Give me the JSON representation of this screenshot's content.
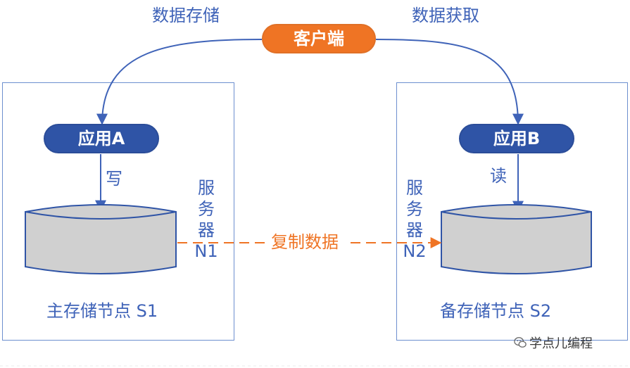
{
  "top_labels": {
    "left": "数据存储",
    "right": "数据获取"
  },
  "client": {
    "label": "客户端"
  },
  "nodes": {
    "primary": {
      "app_label": "应用A",
      "action": "写",
      "server_chars": [
        "服",
        "务",
        "器"
      ],
      "server_id": "N1",
      "caption": "主存储节点 S1"
    },
    "backup": {
      "app_label": "应用B",
      "action": "读",
      "server_chars": [
        "服",
        "务",
        "器"
      ],
      "server_id": "N2",
      "caption": "备存储节点 S2"
    }
  },
  "replication": {
    "label": "复制数据"
  },
  "watermark": {
    "text": "学点儿编程"
  },
  "colors": {
    "blue": "#2f54a6",
    "blue_text": "#3f63b8",
    "orange": "#ef7424",
    "box_border": "#6d8fcf",
    "cylinder_fill": "#d0d0d0",
    "cylinder_stroke": "#2f54a6"
  }
}
